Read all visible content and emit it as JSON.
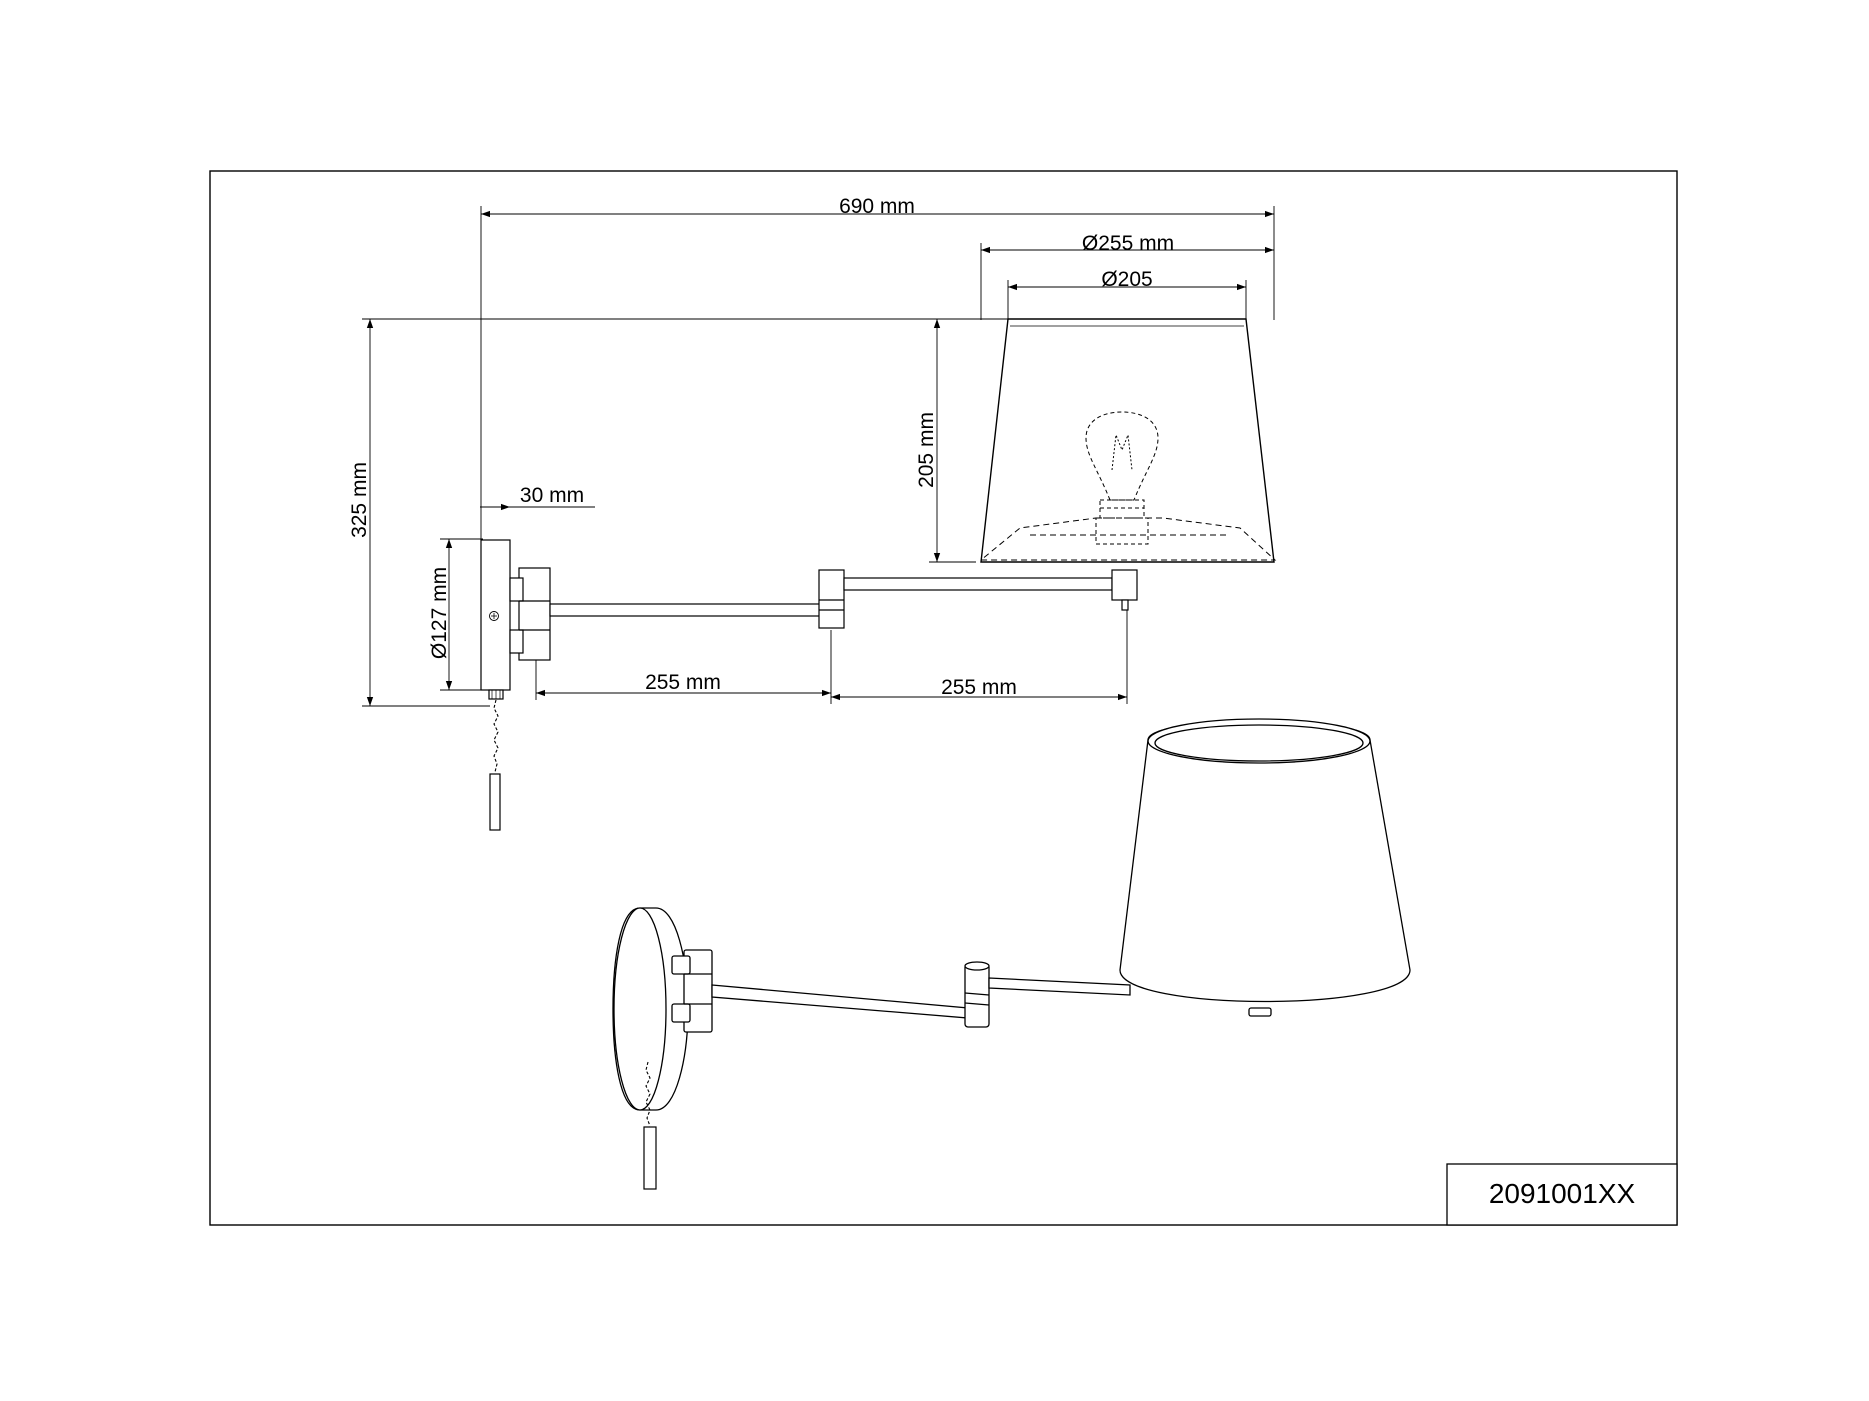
{
  "drawing": {
    "part_number": "2091001XX",
    "dimensions": {
      "overall_width": "690 mm",
      "shade_top_diameter": "Ø255 mm",
      "shade_bottom_diameter": "Ø205",
      "shade_height": "205 mm",
      "total_height": "325 mm",
      "backplate_depth": "30 mm",
      "backplate_diameter": "Ø127 mm",
      "arm_segment_1": "255 mm",
      "arm_segment_2": "255 mm"
    }
  }
}
